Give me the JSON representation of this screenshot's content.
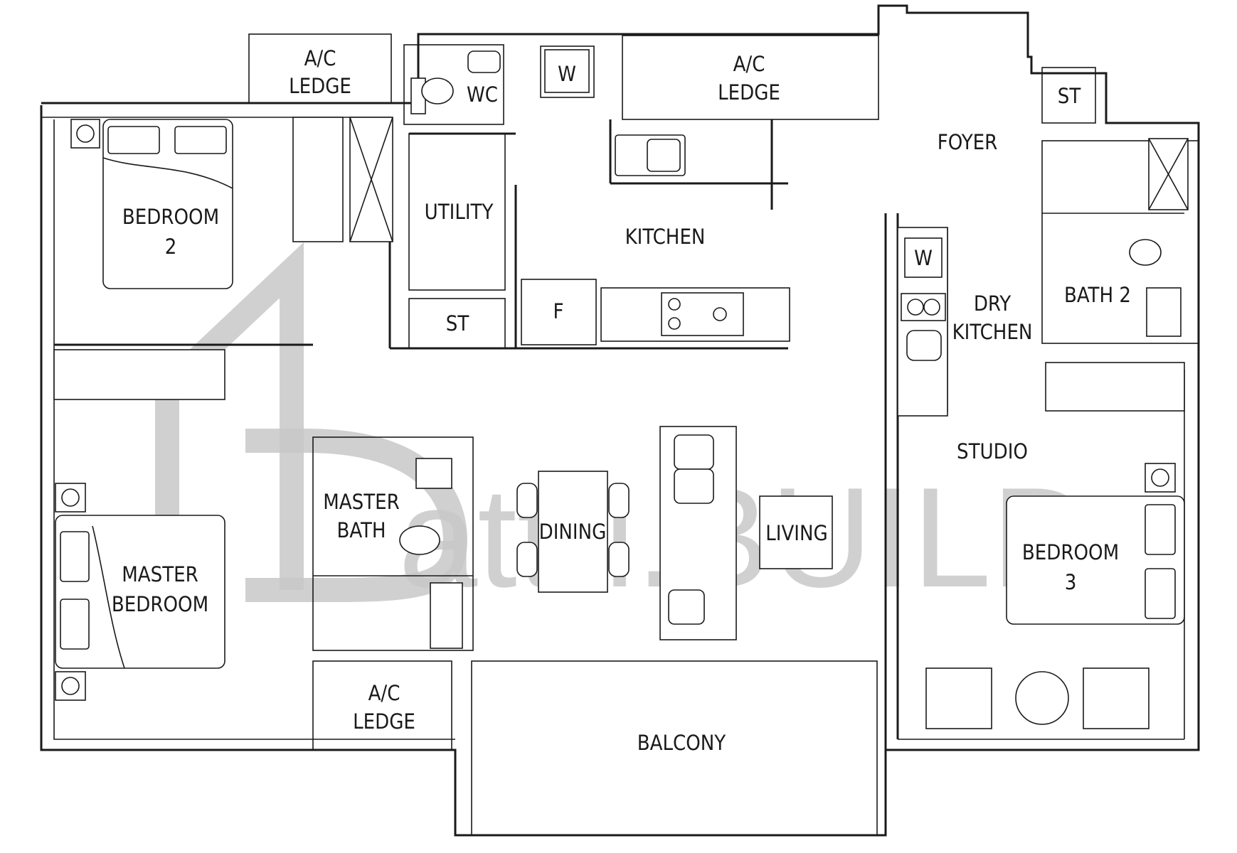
{
  "watermark": "attri.BUILD",
  "rooms": {
    "ac_ledge_top_left": [
      "A/C",
      "LEDGE"
    ],
    "wc": "WC",
    "washer_kitchen": "W",
    "ac_ledge_top_mid": [
      "A/C",
      "LEDGE"
    ],
    "st_top": "ST",
    "foyer": "FOYER",
    "bedroom2": [
      "BEDROOM",
      "2"
    ],
    "utility": "UTILITY",
    "kitchen": "KITCHEN",
    "st_utility": "ST",
    "fridge": "F",
    "washer_dry": "W",
    "dry_kitchen": [
      "DRY",
      "KITCHEN"
    ],
    "bath2": "BATH  2",
    "studio": "STUDIO",
    "master_bath": [
      "MASTER",
      "BATH"
    ],
    "dining": "DINING",
    "living": "LIVING",
    "master_bedroom": [
      "MASTER",
      "BEDROOM"
    ],
    "bedroom3": [
      "BEDROOM",
      "3"
    ],
    "ac_ledge_bottom": [
      "A/C",
      "LEDGE"
    ],
    "balcony": "BALCONY"
  }
}
